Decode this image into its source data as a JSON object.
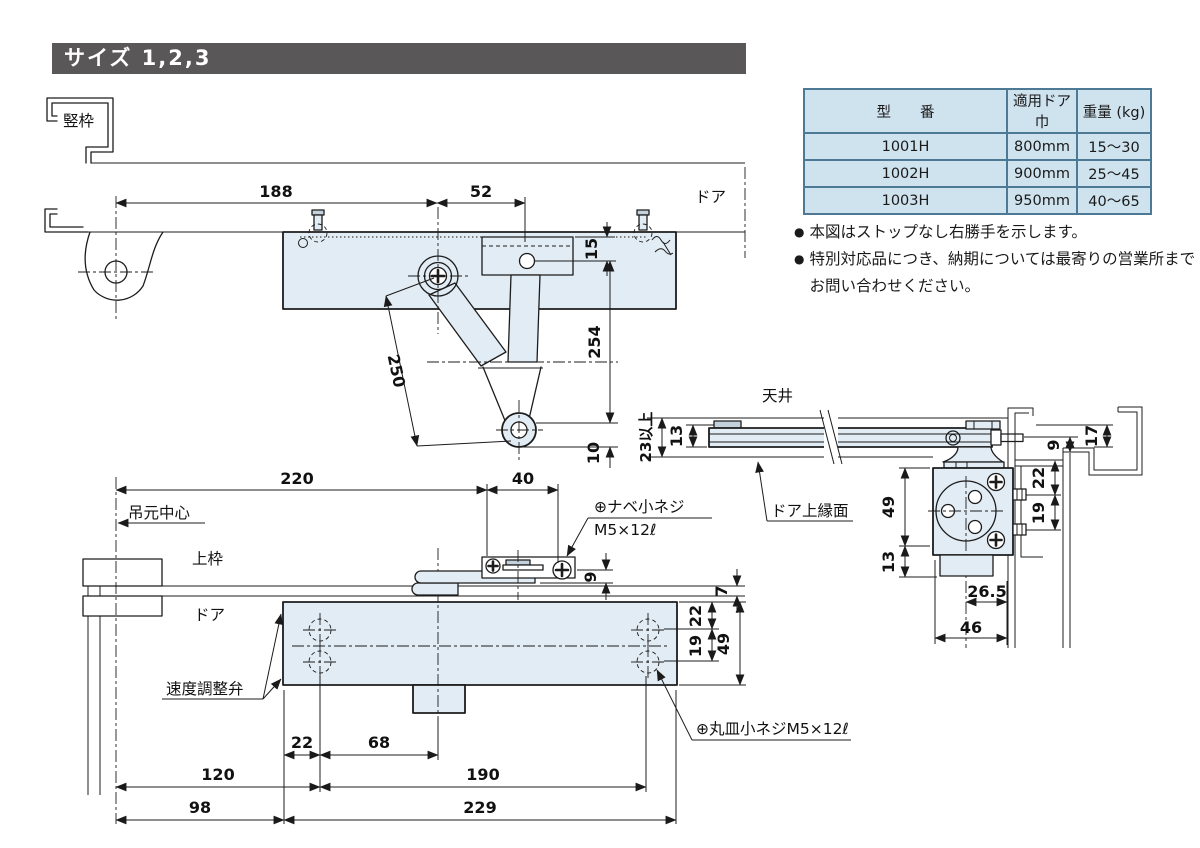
{
  "header": {
    "title": "サイズ 1,2,3"
  },
  "spec_table": {
    "headers": [
      "型　　番",
      "適用ドア巾",
      "重量 (kg)"
    ],
    "rows": [
      {
        "model": "1001H",
        "door_width": "800mm",
        "weight": "15〜30"
      },
      {
        "model": "1002H",
        "door_width": "900mm",
        "weight": "25〜45"
      },
      {
        "model": "1003H",
        "door_width": "950mm",
        "weight": "40〜65"
      }
    ]
  },
  "notes": {
    "bullet": "●",
    "items": [
      "本図はストップなし右勝手を示します。",
      "特別対応品につき、納期については最寄りの営業所までお問い合わせください。"
    ]
  },
  "diagram": {
    "top_view": {
      "label_tatewaku": "竪枠",
      "label_door": "ドア",
      "d188": "188",
      "d52": "52",
      "d15": "15",
      "d250": "250",
      "d254": "254",
      "d10": "10"
    },
    "side_view": {
      "label_ceiling": "天井",
      "label_door_top_edge": "ドア上縁面",
      "d23min": "23以上",
      "d13_arm": "13",
      "d9": "9",
      "d17": "17",
      "d22": "22",
      "d19": "19",
      "d49": "49",
      "d13_body": "13",
      "d26_5": "26.5",
      "d46": "46"
    },
    "front_view": {
      "label_hinge_center": "吊元中心",
      "label_upper_frame": "上枠",
      "label_door": "ドア",
      "label_speed_valve": "速度調整弁",
      "label_pan_screw_l1": "⊕ナベ小ネジ",
      "label_pan_screw_l2": "M5×12ℓ",
      "label_flat_screw": "⊕丸皿小ネジM5×12ℓ",
      "d220": "220",
      "d40": "40",
      "d9": "9",
      "d7": "7",
      "d22v": "22",
      "d19v": "19",
      "d49v": "49",
      "d22h": "22",
      "d68": "68",
      "d190": "190",
      "d120": "120",
      "d98": "98",
      "d229": "229"
    }
  },
  "colors": {
    "header_bg": "#595757",
    "header_fg": "#ffffff",
    "table_fill": "#cfe3ef",
    "table_border": "#4e7994",
    "draw_fill": "#e2ecf4",
    "line": "#1c1c1c"
  }
}
